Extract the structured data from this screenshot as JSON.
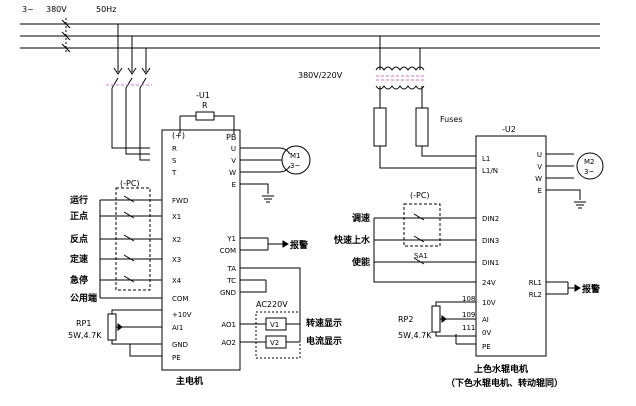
{
  "supply": {
    "phase": "3~",
    "voltage": "380V",
    "freq": "50Hz"
  },
  "transformer": {
    "label": "380V/220V"
  },
  "fuse": {
    "label": "Fuses"
  },
  "u1": {
    "tag": "-U1",
    "r_label": "R",
    "plus": "(+)",
    "pb": "PB",
    "pins_left": [
      "R",
      "S",
      "T",
      "FWD",
      "X1",
      "X2",
      "X3",
      "X4",
      "COM",
      "+10V",
      "AI1",
      "GND",
      "PE"
    ],
    "pins_right": [
      "U",
      "V",
      "W",
      "E",
      "Y1",
      "COM",
      "TA",
      "TC",
      "GND",
      "AO1",
      "AO2"
    ],
    "caption": "主电机"
  },
  "pc1": {
    "label": "(-PC)"
  },
  "inputs_left": [
    "运行",
    "正点",
    "反点",
    "定速",
    "急停",
    "公用端"
  ],
  "motor1": {
    "name": "M1",
    "phase": "3~"
  },
  "motor2": {
    "name": "M2",
    "phase": "3~"
  },
  "alarm1": "报警",
  "alarm2": "报警",
  "ac220": "AC220V",
  "v1": "V1",
  "v2": "V2",
  "speed_disp": "转速显示",
  "current_disp": "电流显示",
  "rp1": {
    "name": "RP1",
    "spec": "5W,4.7K"
  },
  "u2": {
    "tag": "-U2",
    "pins_left": [
      "L1",
      "L1/N",
      "DIN2",
      "DIN3",
      "DIN1",
      "24V",
      "10V",
      "AI",
      "0V",
      "PE"
    ],
    "pins_right": [
      "U",
      "V",
      "W",
      "E",
      "RL1",
      "RL2"
    ],
    "nums": [
      "108",
      "109",
      "111"
    ],
    "caption1": "上色水辊电机",
    "caption2": "（下色水辊电机、转动辊同）"
  },
  "pc2": {
    "label": "(-PC)"
  },
  "inputs_u2": [
    "调速",
    "快速上水",
    "使能"
  ],
  "sa1": "SA1",
  "rp2": {
    "name": "RP2",
    "spec": "5W,4.7K"
  }
}
